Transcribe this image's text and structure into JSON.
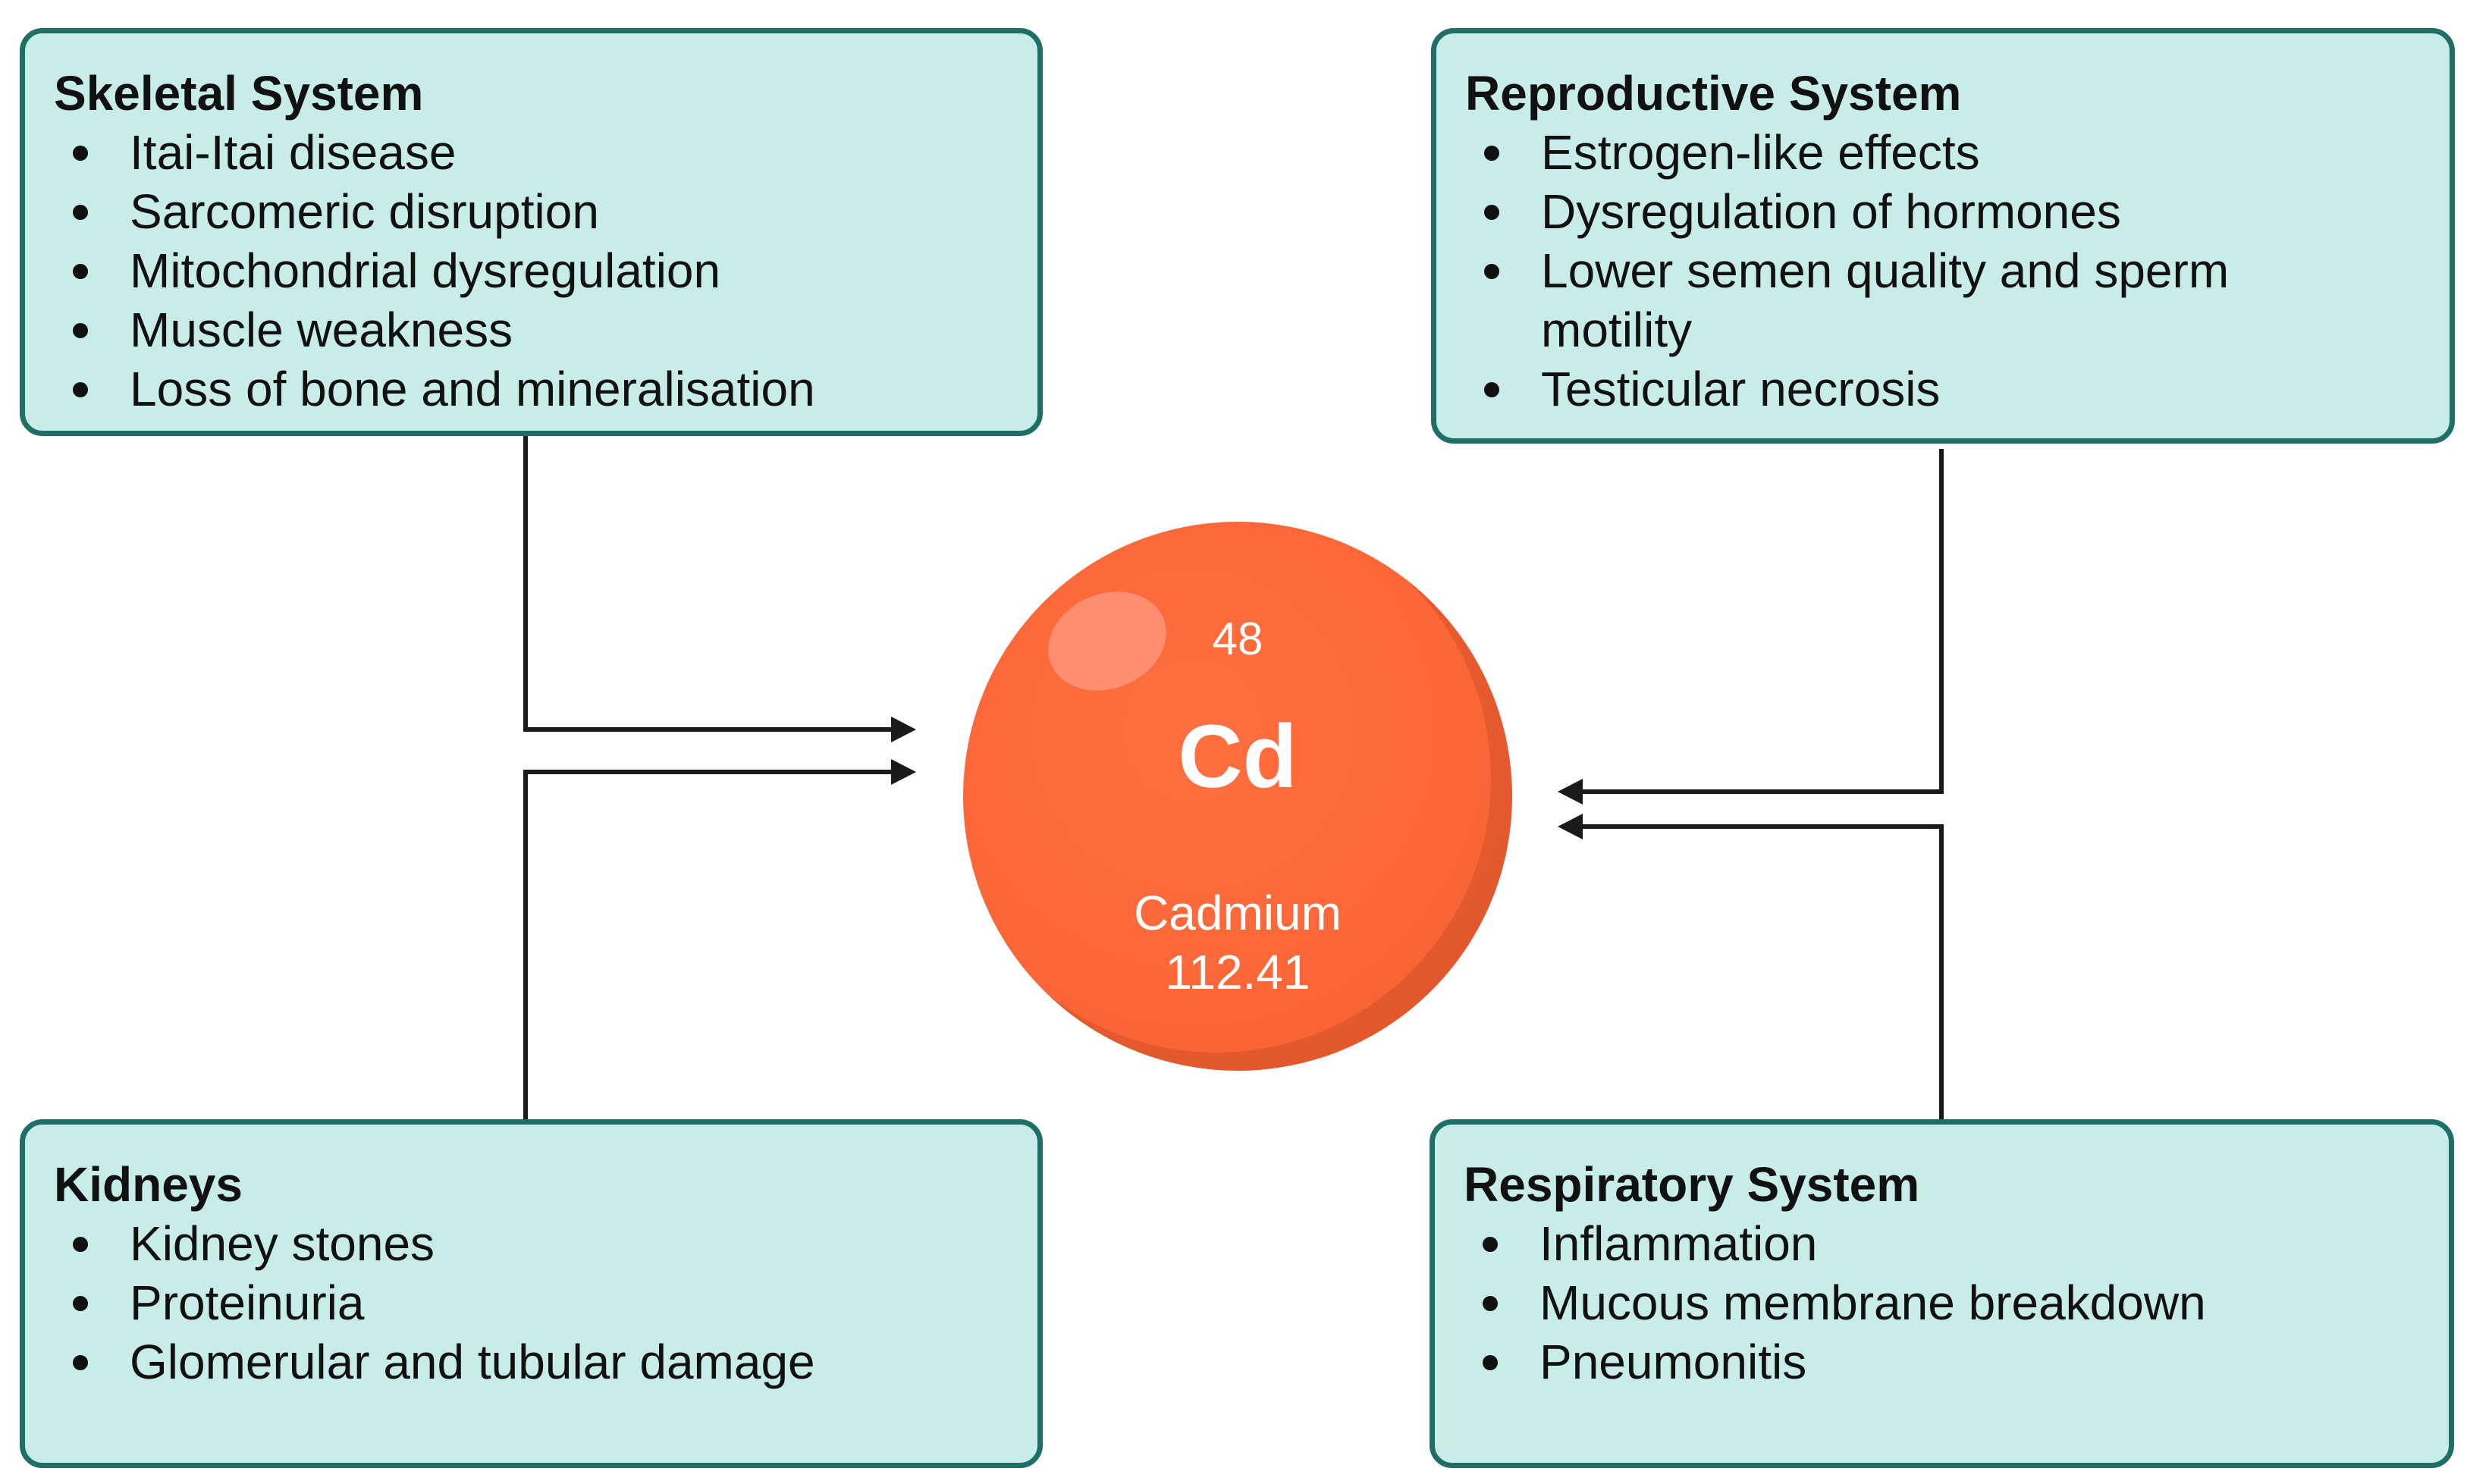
{
  "skeletal": {
    "title": "Skeletal System",
    "items": [
      "Itai-Itai disease",
      "Sarcomeric disruption",
      "Mitochondrial dysregulation",
      "Muscle weakness",
      "Loss of bone and mineralisation"
    ]
  },
  "reproductive": {
    "title": "Reproductive System",
    "items": [
      "Estrogen-like effects",
      "Dysregulation of hormones",
      "Lower semen quality and sperm motility",
      "Testicular necrosis"
    ]
  },
  "kidneys": {
    "title": "Kidneys",
    "items": [
      "Kidney stones",
      "Proteinuria",
      "Glomerular and tubular damage"
    ]
  },
  "respiratory": {
    "title": "Respiratory System",
    "items": [
      "Inflammation",
      "Mucous membrane breakdown",
      "Pneumonitis"
    ]
  },
  "element": {
    "atomic_number": "48",
    "symbol": "Cd",
    "name": "Cadmium",
    "atomic_mass": "112.41",
    "color": "#fb6638"
  },
  "colors": {
    "box_fill": "#c8ece8",
    "box_border": "#1f6f66",
    "connector": "#1a1a1a"
  }
}
